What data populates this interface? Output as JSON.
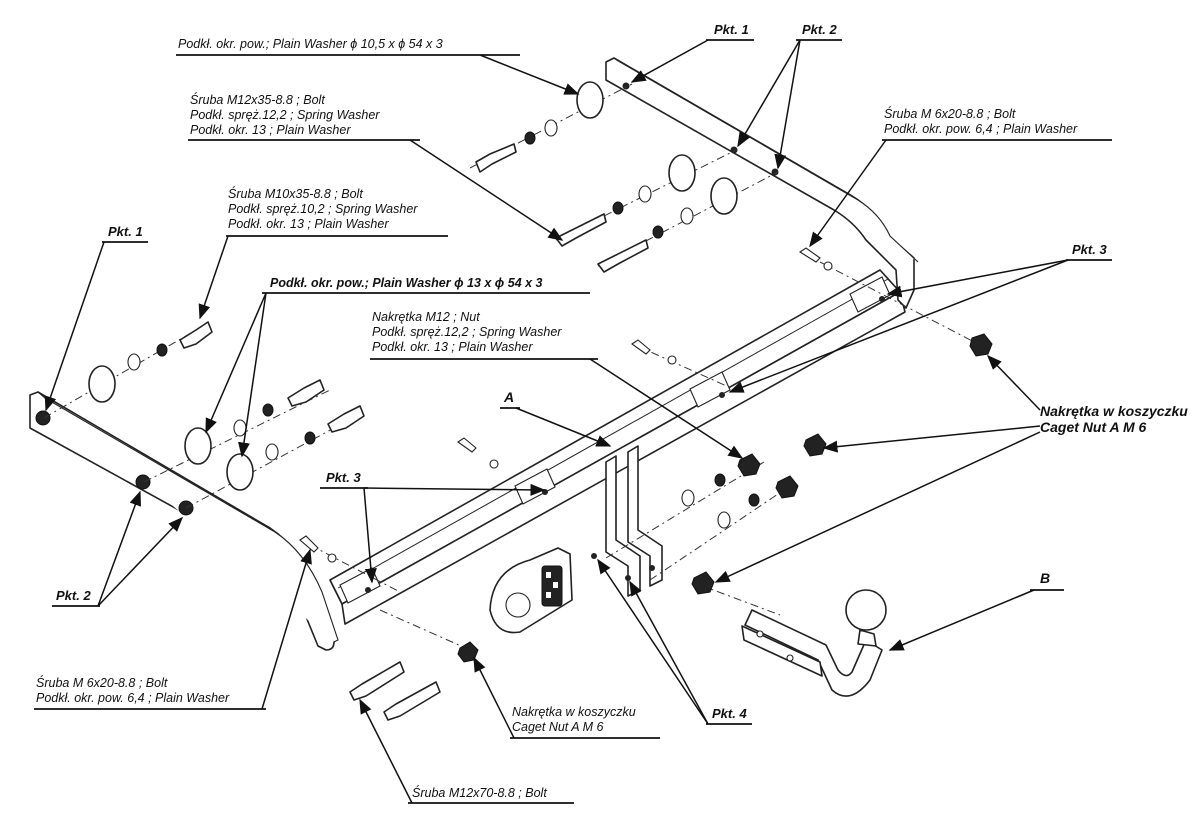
{
  "diagram": {
    "labels": {
      "plain_washer_10_5": "Podkł. okr. pow.;  Plain Washer ϕ 10,5 x ϕ 54 x 3",
      "bolt_m12x35_1": "Śruba M12x35-8.8 ;  Bolt",
      "bolt_m12x35_2": "Podkł. spręż.12,2 ; Spring Washer",
      "bolt_m12x35_3": "Podkł. okr. 13 ; Plain Washer",
      "bolt_m10x35_1": "Śruba M10x35-8.8 ;  Bolt",
      "bolt_m10x35_2": "Podkł. spręż.10,2 ; Spring Washer",
      "bolt_m10x35_3": "Podkł. okr. 13 ; Plain Washer",
      "plain_washer_13": "Podkł. okr. pow.;  Plain Washer ϕ 13 x ϕ 54 x 3",
      "nut_m12_1": "Nakrętka  M12 ; Nut",
      "nut_m12_2": "Podkł. spręż.12,2 ; Spring Washer",
      "nut_m12_3": "Podkł. okr. 13 ; Plain Washer",
      "bolt_m6_right_1": "Śruba M 6x20-8.8 ;  Bolt",
      "bolt_m6_right_2": "Podkł. okr. pow. 6,4 ; Plain Washer",
      "bolt_m6_left_1": "Śruba M 6x20-8.8 ;  Bolt",
      "bolt_m6_left_2": "Podkł. okr. pow. 6,4 ; Plain Washer",
      "caget_nut_right_1": "Nakrętka w koszyczku",
      "caget_nut_right_2": "Caget Nut A M 6",
      "caget_nut_bottom_1": "Nakrętka w koszyczku",
      "caget_nut_bottom_2": "Caget Nut A M 6",
      "bolt_m12x70": "Śruba M12x70-8.8 ;  Bolt"
    },
    "points": {
      "pkt1_top": "Pkt. 1",
      "pkt2_top": "Pkt. 2",
      "pkt1_left": "Pkt. 1",
      "pkt2_left": "Pkt. 2",
      "pkt3_right": "Pkt. 3",
      "pkt3_mid": "Pkt. 3",
      "pkt4": "Pkt. 4"
    },
    "parts": {
      "a": "A",
      "b": "B"
    }
  }
}
